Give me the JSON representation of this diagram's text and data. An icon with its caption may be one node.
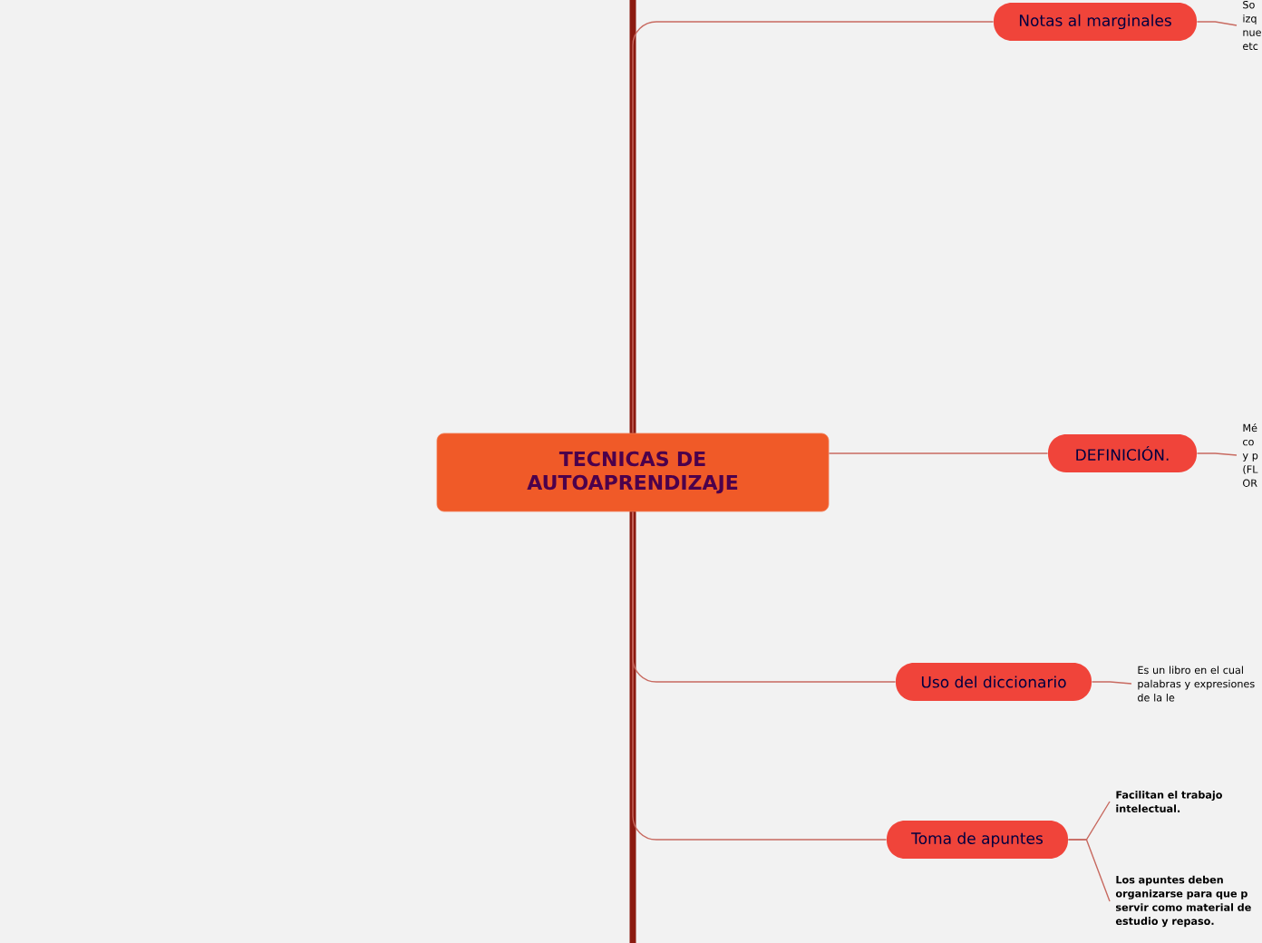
{
  "diagram": {
    "nodes": [
      {
        "text": [
          "TECNICAS DE AUTOAPRENDIZAJE"
        ]
      },
      {
        "text": [
          "Notas al marginales"
        ]
      },
      {
        "text": [
          "DEFINICIÓN."
        ]
      },
      {
        "text": [
          "Uso del diccionario"
        ]
      },
      {
        "text": [
          "Toma de apuntes"
        ]
      },
      {
        "text": [
          "So izq nue etc"
        ]
      },
      {
        "text": [
          "Mé co y p (FL OR"
        ]
      },
      {
        "text": [
          "Es un libro en el cual palabras y expresiones de la le"
        ]
      },
      {
        "text": [
          "Facilitan el trabajo intelectual."
        ]
      },
      {
        "text": [
          "Los apuntes deben organizarse para que p servir como material de estudio y repaso."
        ]
      }
    ],
    "edges": [
      {
        "from": 0,
        "to": 1,
        "arrow": "none"
      },
      {
        "from": 0,
        "to": 2,
        "arrow": "none"
      },
      {
        "from": 0,
        "to": 3,
        "arrow": "none"
      },
      {
        "from": 0,
        "to": 4,
        "arrow": "none"
      },
      {
        "from": 1,
        "to": 5,
        "arrow": "none"
      },
      {
        "from": 2,
        "to": 6,
        "arrow": "none"
      },
      {
        "from": 3,
        "to": 7,
        "arrow": "none"
      },
      {
        "from": 4,
        "to": 8,
        "arrow": "none"
      },
      {
        "from": 4,
        "to": 9,
        "arrow": "none"
      }
    ]
  }
}
